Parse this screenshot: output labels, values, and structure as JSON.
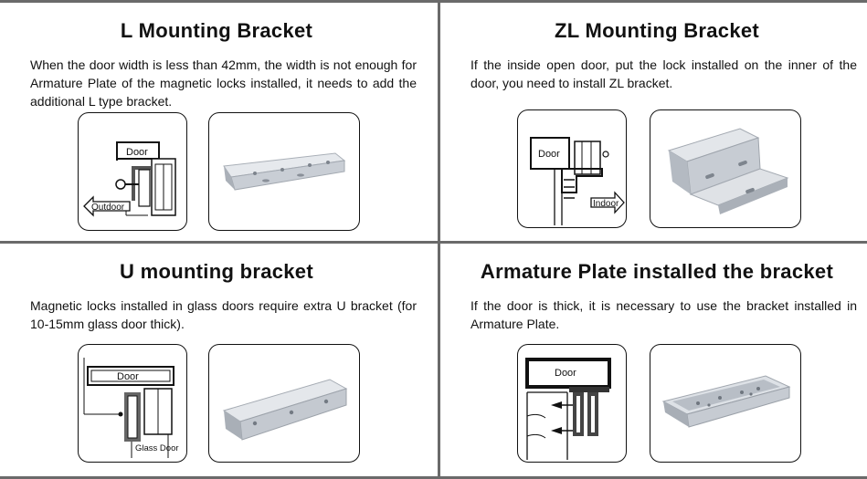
{
  "panels": {
    "l_bracket": {
      "title": "L Mounting Bracket",
      "description": "When the door width is less than 42mm, the width is not enough for Armature Plate of the magnetic locks installed, it needs to add the additional L type bracket.",
      "diagram": {
        "door_label": "Door",
        "arrow_label": "Outdoor"
      }
    },
    "zl_bracket": {
      "title": "ZL Mounting Bracket",
      "description": "If the inside open door, put the lock installed on the inner of the door, you need to install ZL bracket.",
      "diagram": {
        "door_label": "Door",
        "arrow_label": "Indoor"
      }
    },
    "u_bracket": {
      "title": "U mounting bracket",
      "description": "Magnetic locks installed in glass doors require extra U bracket (for 10-15mm glass door thick).",
      "diagram": {
        "door_label": "Door",
        "glass_label": "Glass  Door"
      }
    },
    "armature_bracket": {
      "title": "Armature Plate installed the bracket",
      "description": "If the door is thick, it is necessary to use the bracket installed in Armature Plate.",
      "diagram": {
        "door_label": "Door"
      }
    }
  },
  "colors": {
    "divider": "#6a6a6a",
    "metal_light": "#dfe3e8",
    "metal_mid": "#b9bfc7",
    "metal_dark": "#8f969f"
  }
}
